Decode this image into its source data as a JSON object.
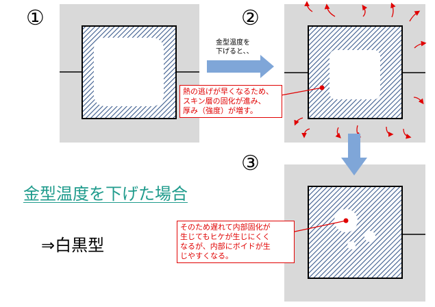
{
  "steps": {
    "one": "①",
    "two": "②",
    "three": "③"
  },
  "arrow_caption": "金型温度を\n下げると、、",
  "note_two": "熱の逃げが早くなるため、\nスキン層の固化が進み、\n厚み（強度）が増す。",
  "note_three": "そのため遅れて内部固化が\n生じてもヒケが生じにくく\nなるが、内部にボイドが生\nじやすくなる。",
  "title": "金型温度を下げた場合",
  "result": "⇒白黒型",
  "colors": {
    "panel": "#d9d9d9",
    "hatch": "#3a5a8c",
    "arrow": "#7fa6d8",
    "accent_red": "#e00000",
    "title": "#1f9b8c"
  }
}
